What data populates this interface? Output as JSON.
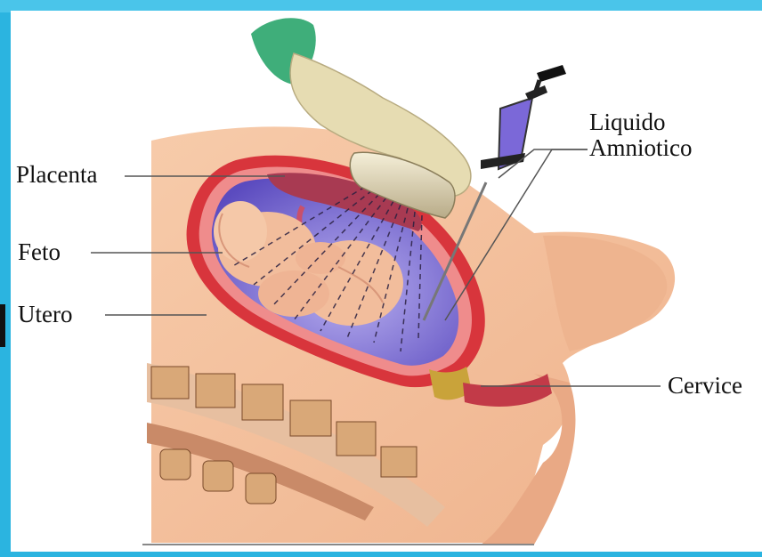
{
  "labels": {
    "placenta": "Placenta",
    "feto": "Feto",
    "utero": "Utero",
    "liquido_line1": "Liquido",
    "liquido_line2": "Amniotico",
    "cervice": "Cervice"
  },
  "colors": {
    "frame": "#2bb4e0",
    "background": "#ffffff",
    "skin": "#f4c09c",
    "uterus_wall": "#d8353c",
    "amniotic_fluid": "#6a5cc8",
    "placenta": "#a83a52",
    "glove": "#e6dcb2",
    "sleeve": "#3fae7a",
    "syringe_liquid": "#7b68d8",
    "bone": "#d9a878",
    "leader_line": "#555555"
  }
}
